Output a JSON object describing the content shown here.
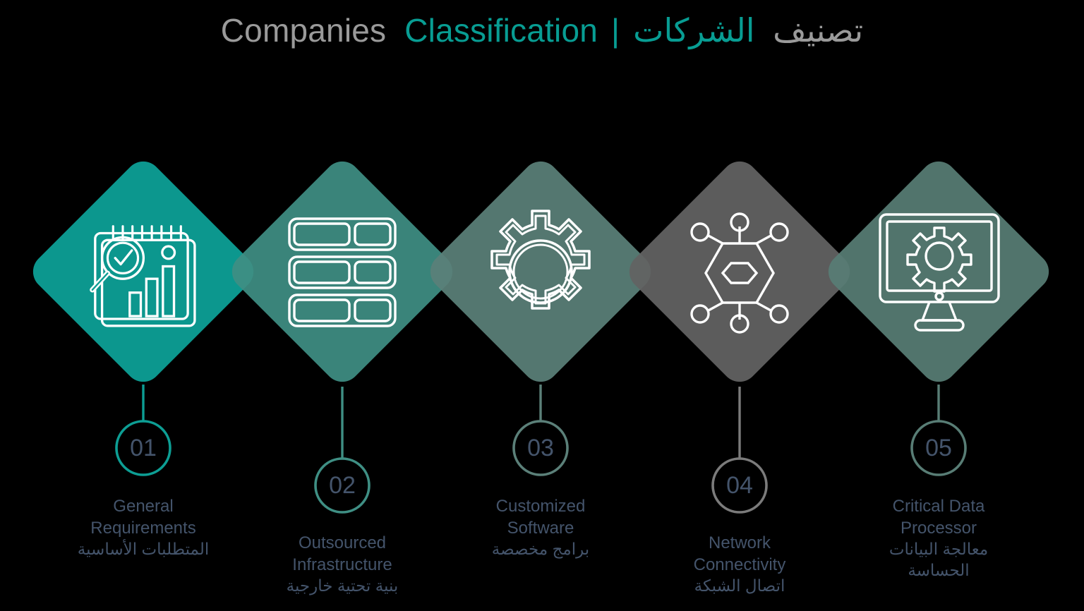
{
  "title": {
    "en_gray": "Companies",
    "en_teal": "Classification",
    "separator": "|",
    "ar_teal": "الشركات",
    "ar_gray": "تصنيف"
  },
  "theme": {
    "background": "#000000",
    "title_gray": "#9a9a9a",
    "title_teal": "#089d93",
    "caption_text": "#44546b",
    "icon_stroke": "#ffffff"
  },
  "steps": [
    {
      "number": "01",
      "label_en": "General Requirements",
      "label_en_line1": "General",
      "label_en_line2": "Requirements",
      "label_ar": "المتطلبات الأساسية",
      "color": "#0d9e94",
      "circle_stroke": "#0d9e94",
      "icon": "report-search-chart-icon"
    },
    {
      "number": "02",
      "label_en": "Outsourced Infrastructure",
      "label_en_line1": "Outsourced",
      "label_en_line2": "Infrastructure",
      "label_ar": "بنية تحتية خارجية",
      "color": "#3f8f84",
      "circle_stroke": "#3f8f84",
      "icon": "server-rack-icon"
    },
    {
      "number": "03",
      "label_en": "Customized Software",
      "label_en_line1": "Customized",
      "label_en_line2": "Software",
      "label_ar": "برامج مخصصة",
      "color": "#5b8079",
      "circle_stroke": "#5b8079",
      "icon": "gear-icon"
    },
    {
      "number": "04",
      "label_en": "Network Connectivity",
      "label_en_line1": "Network",
      "label_en_line2": "Connectivity",
      "label_ar": "اتصال الشبكة",
      "color": "#636363",
      "circle_stroke": "#7b7b7b",
      "icon": "network-nodes-icon"
    },
    {
      "number": "05",
      "label_en": "Critical Data Processor",
      "label_en_line1": "Critical Data",
      "label_en_line2": "Processor",
      "label_ar": "معالجة البيانات الحساسة",
      "label_ar_line1": "معالجة البيانات",
      "label_ar_line2": "الحساسة",
      "color": "#587d75",
      "circle_stroke": "#587d75",
      "icon": "monitor-gear-icon"
    }
  ]
}
